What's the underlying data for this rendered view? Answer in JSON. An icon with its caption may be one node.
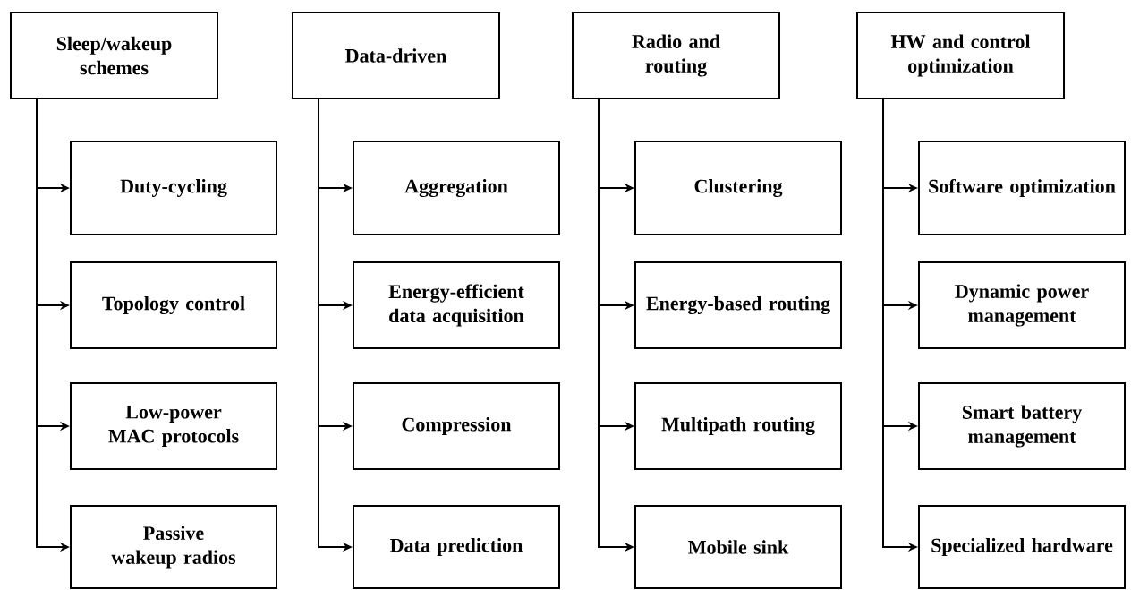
{
  "diagram": {
    "nodes": [
      {
        "text": [
          "Sleep/wakeup schemes"
        ]
      },
      {
        "text": [
          "Duty-cycling"
        ]
      },
      {
        "text": [
          "Topology control"
        ]
      },
      {
        "text": [
          "Low-power MAC protocols"
        ]
      },
      {
        "text": [
          "Passive wakeup radios"
        ]
      },
      {
        "text": [
          "Data-driven"
        ]
      },
      {
        "text": [
          "Aggregation"
        ]
      },
      {
        "text": [
          "Energy-efficient data acquisition"
        ]
      },
      {
        "text": [
          "Compression"
        ]
      },
      {
        "text": [
          "Data prediction"
        ]
      },
      {
        "text": [
          "Radio and routing"
        ]
      },
      {
        "text": [
          "Clustering"
        ]
      },
      {
        "text": [
          "Energy-based routing"
        ]
      },
      {
        "text": [
          "Multipath routing"
        ]
      },
      {
        "text": [
          "Mobile sink"
        ]
      },
      {
        "text": [
          "HW and control optimization"
        ]
      },
      {
        "text": [
          "Software optimization"
        ]
      },
      {
        "text": [
          "Dynamic power management"
        ]
      },
      {
        "text": [
          "Smart battery management"
        ]
      },
      {
        "text": [
          "Specialized hardware"
        ]
      }
    ],
    "edges": [
      {
        "from": 0,
        "to": 1,
        "arrow": "to"
      },
      {
        "from": 0,
        "to": 2,
        "arrow": "to"
      },
      {
        "from": 0,
        "to": 3,
        "arrow": "to"
      },
      {
        "from": 0,
        "to": 4,
        "arrow": "to"
      },
      {
        "from": 5,
        "to": 6,
        "arrow": "to"
      },
      {
        "from": 5,
        "to": 7,
        "arrow": "to"
      },
      {
        "from": 5,
        "to": 8,
        "arrow": "to"
      },
      {
        "from": 5,
        "to": 9,
        "arrow": "to"
      },
      {
        "from": 10,
        "to": 11,
        "arrow": "to"
      },
      {
        "from": 10,
        "to": 12,
        "arrow": "to"
      },
      {
        "from": 10,
        "to": 13,
        "arrow": "to"
      },
      {
        "from": 10,
        "to": 14,
        "arrow": "to"
      },
      {
        "from": 15,
        "to": 16,
        "arrow": "to"
      },
      {
        "from": 15,
        "to": 17,
        "arrow": "to"
      },
      {
        "from": 15,
        "to": 18,
        "arrow": "to"
      },
      {
        "from": 15,
        "to": 19,
        "arrow": "to"
      }
    ]
  }
}
